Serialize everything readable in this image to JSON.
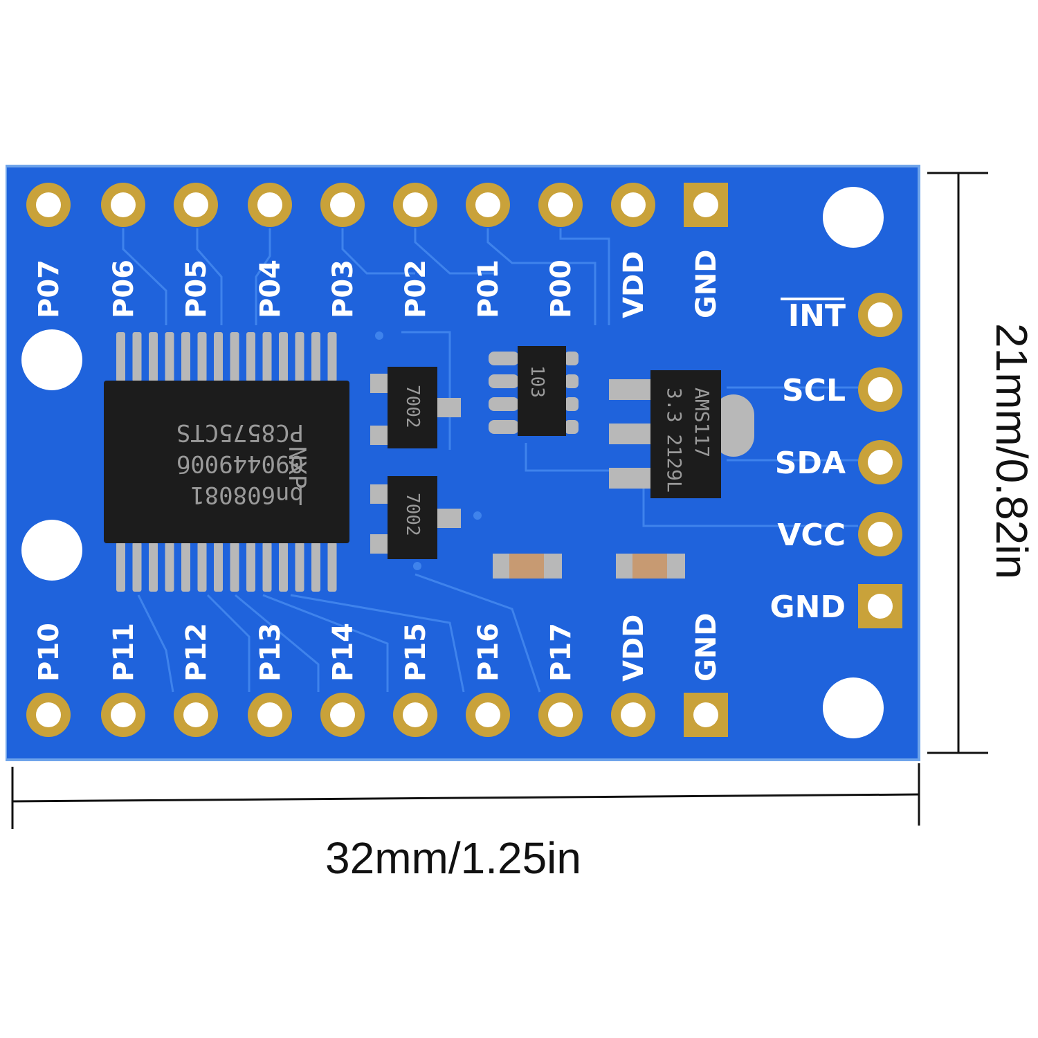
{
  "colors": {
    "board": "#1f63dc",
    "board_edge": "#6fa4ea",
    "trace": "#3f83ec",
    "pad": "#c9a23a",
    "chip": "#1c1c1c",
    "pin": "#b8b8b8",
    "dimension_line": "#111111"
  },
  "board": {
    "top_pins": [
      "P07",
      "P06",
      "P05",
      "P04",
      "P03",
      "P02",
      "P01",
      "P00",
      "VDD",
      "GND"
    ],
    "bottom_pins": [
      "P10",
      "P11",
      "P12",
      "P13",
      "P14",
      "P15",
      "P16",
      "P17",
      "VDD",
      "GND"
    ],
    "side_pins": [
      "INT",
      "SCL",
      "SDA",
      "VCC",
      "GND"
    ],
    "main_chip": {
      "line1": "bn608081",
      "line2": "09044900б",
      "line3": "NXP",
      "line4": "PC8575CTS"
    },
    "transistor_marking": "7002",
    "resistor_array_marking": "103",
    "regulator": {
      "line1": "AMS117",
      "line2": "3.3 2129L"
    }
  },
  "dimensions": {
    "width_label": "32mm/1.25in",
    "height_label": "21mm/0.82in"
  }
}
